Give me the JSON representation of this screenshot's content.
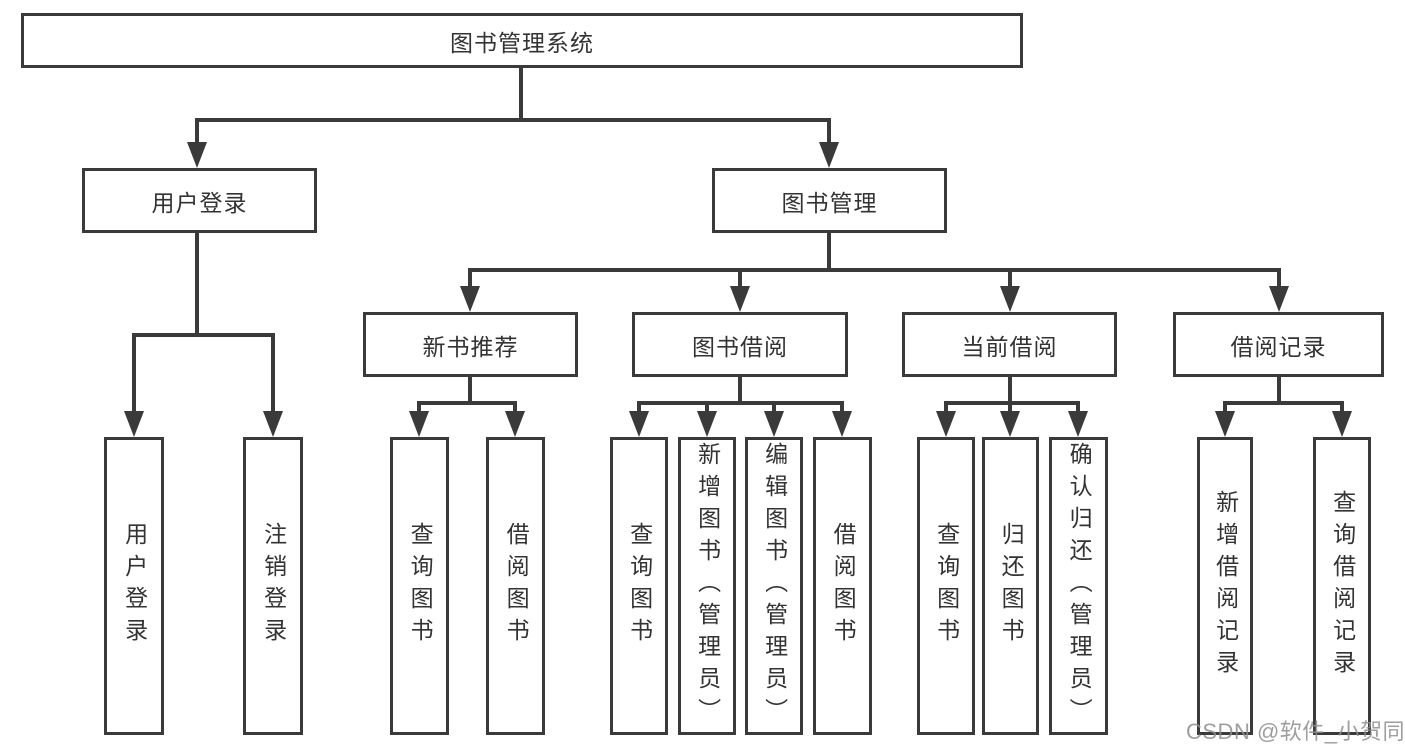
{
  "tree": {
    "root": {
      "label": "图书管理系统"
    },
    "branches": [
      {
        "label": "用户登录",
        "leaves": [
          "用户登录",
          "注销登录"
        ]
      },
      {
        "label": "图书管理",
        "groups": [
          {
            "label": "新书推荐",
            "leaves": [
              "查询图书",
              "借阅图书"
            ]
          },
          {
            "label": "图书借阅",
            "leaves": [
              "查询图书",
              "新增图书（管理员）",
              "编辑图书（管理员）",
              "借阅图书"
            ]
          },
          {
            "label": "当前借阅",
            "leaves": [
              "查询图书",
              "归还图书",
              "确认归还（管理员）"
            ]
          },
          {
            "label": "借阅记录",
            "leaves": [
              "新增借阅记录",
              "查询借阅记录"
            ]
          }
        ]
      }
    ]
  },
  "watermark": {
    "text": "CSDN @软件_小贺同学"
  },
  "colors": {
    "line": "#3a3a3a",
    "text": "#333333",
    "box_background": "#ffffff",
    "page_background": "#ffffff",
    "watermark": "#8e8e8e"
  }
}
